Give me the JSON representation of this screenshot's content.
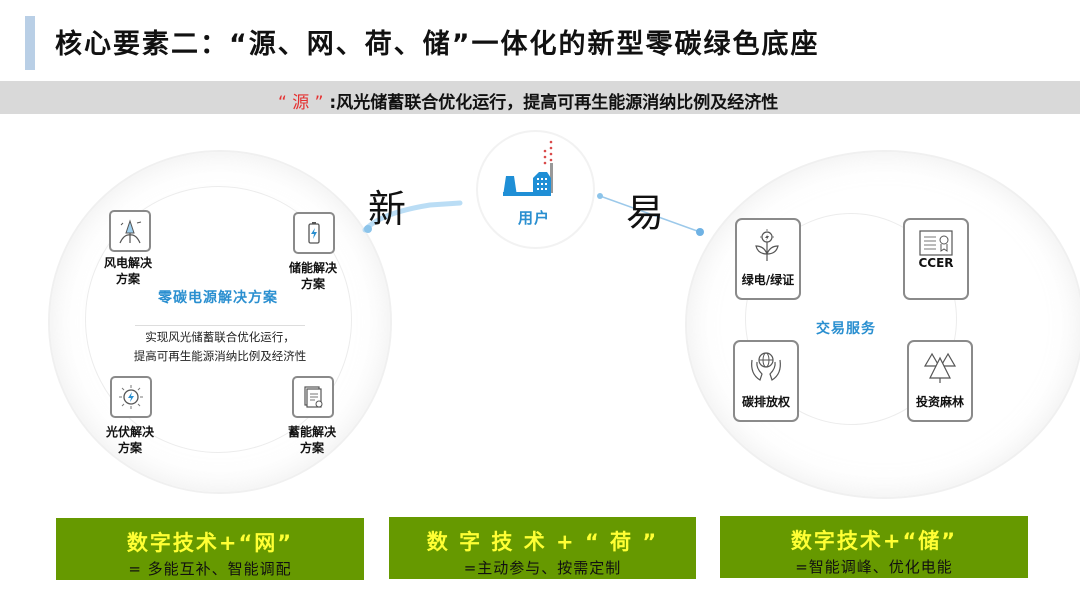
{
  "header": {
    "title": "核心要素二：“源、网、荷、储”一体化的新型零碳绿色底座",
    "subtitle_highlight": "“ 源 ”",
    "subtitle_text": ":风光储蓄联合优化运行，提高可再生能源消纳比例及经济性"
  },
  "left_panel": {
    "center_title": "零碳电源解决方案",
    "description_line1": "实现风光储蓄联合优化运行，",
    "description_line2": "提高可再生能源消纳比例及经济性",
    "items": [
      {
        "label_line1": "风电解决",
        "label_line2": "方案",
        "icon": "wind-turbine-icon"
      },
      {
        "label_line1": "储能解决",
        "label_line2": "方案",
        "icon": "battery-icon"
      },
      {
        "label_line1": "光伏解决",
        "label_line2": "方案",
        "icon": "solar-icon"
      },
      {
        "label_line1": "蓄能解决",
        "label_line2": "方案",
        "icon": "document-icon"
      }
    ]
  },
  "center": {
    "left_char": "新",
    "right_char": "易",
    "user_label": "用户",
    "accent_color": "#2a8fd0"
  },
  "right_panel": {
    "center_title": "交易服务",
    "items": [
      {
        "label": "绿电/绿证",
        "icon": "green-plant-icon"
      },
      {
        "label": "CCER",
        "icon": "certificate-icon"
      },
      {
        "label": "碳排放权",
        "icon": "hands-globe-icon"
      },
      {
        "label": "投资麻林",
        "icon": "trees-icon"
      }
    ]
  },
  "bottom_boxes": [
    {
      "title": "数字技术+“网”",
      "subtitle": "=   多能互补、智能调配"
    },
    {
      "title": "数 字 技 术 + “ 荷 ”",
      "subtitle": "=主动参与、按需定制"
    },
    {
      "title": "数字技术+“储”",
      "subtitle": "=智能调峰、优化电能"
    }
  ],
  "colors": {
    "green_box": "#669900",
    "green_box_title": "#ffff33",
    "subtitle_red": "#e53030",
    "title_bar": "#b9cfe6"
  }
}
